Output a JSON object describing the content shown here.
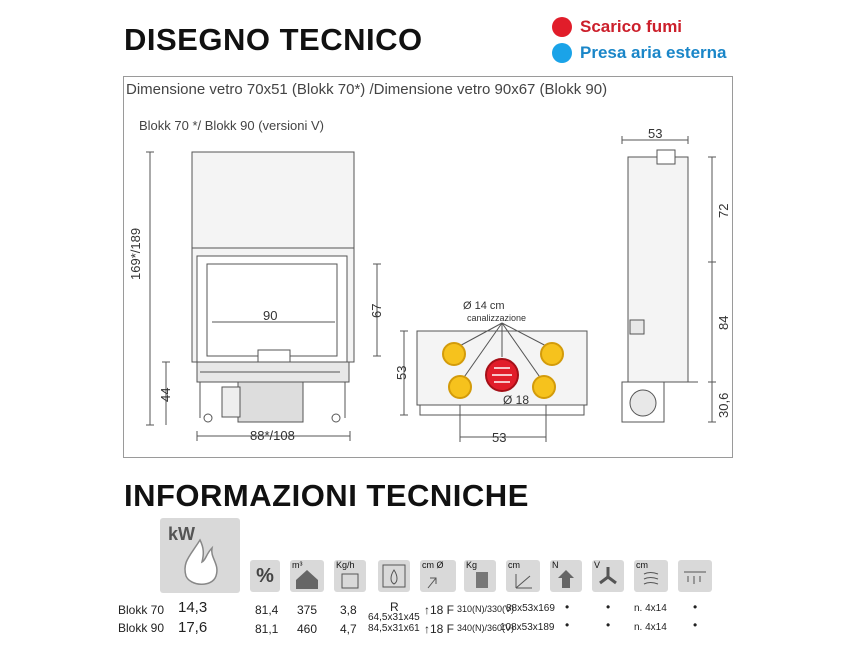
{
  "title": "DISEGNO TECNICO",
  "legend": [
    {
      "label": "Scarico fumi",
      "color": "#e11d2a",
      "text_color": "#cc1f2b"
    },
    {
      "label": "Presa aria esterna",
      "color": "#1aa3e8",
      "text_color": "#1a86c8"
    }
  ],
  "drawing": {
    "caption": "Dimensione vetro 70x51 (Blokk 70*) /Dimensione vetro 90x67 (Blokk 90)",
    "subcaption": "Blokk 70 */ Blokk 90  (versioni V)",
    "front": {
      "height": "169*/189",
      "glass_width": "90",
      "glass_height": "67",
      "base_height": "44",
      "total_width": "88*/108"
    },
    "top": {
      "duct_label": "Ø 14 cm",
      "duct_sub": "canalizzazione",
      "depth": "53",
      "flue": "Ø 18",
      "width": "53"
    },
    "side": {
      "depth": "53",
      "d1": "72",
      "d2": "84",
      "d3": "30,6"
    }
  },
  "info_title": "INFORMAZIONI TECNICHE",
  "icons": [
    {
      "name": "kw-flame-icon",
      "label": "kW"
    },
    {
      "name": "percent-icon",
      "label": "%"
    },
    {
      "name": "house-volume-icon",
      "label": "m³"
    },
    {
      "name": "wood-consumption-icon",
      "label": "Kg/h"
    },
    {
      "name": "combustion-chamber-icon",
      "label": ""
    },
    {
      "name": "flue-diameter-icon",
      "label": "cm  Ø"
    },
    {
      "name": "weight-icon",
      "label": "Kg"
    },
    {
      "name": "dimensions-icon",
      "label": "cm"
    },
    {
      "name": "external-air-icon",
      "label": "N"
    },
    {
      "name": "fan-icon",
      "label": "V"
    },
    {
      "name": "ducting-icon",
      "label": "cm"
    },
    {
      "name": "grill-icon",
      "label": ""
    }
  ],
  "rows": [
    {
      "model": "Blokk 70",
      "kw": "14,3",
      "eff": "81,4",
      "vol": "375",
      "kgh": "3,8",
      "chamber": "R",
      "chamber_extra": "64,5x31x45",
      "flue": "18 F",
      "weight": "310(N)/330(V)",
      "dims": "88x53x169",
      "n": "•",
      "v": "•",
      "duct": "n. 4x14",
      "grill": "•"
    },
    {
      "model": "Blokk 90",
      "kw": "17,6",
      "eff": "81,1",
      "vol": "460",
      "kgh": "4,7",
      "chamber": "84,5x31x61",
      "chamber_extra": "",
      "flue": "18 F",
      "weight": "340(N)/360(V)",
      "dims": "108x53x189",
      "n": "•",
      "v": "•",
      "duct": "n. 4x14",
      "grill": "•"
    }
  ]
}
